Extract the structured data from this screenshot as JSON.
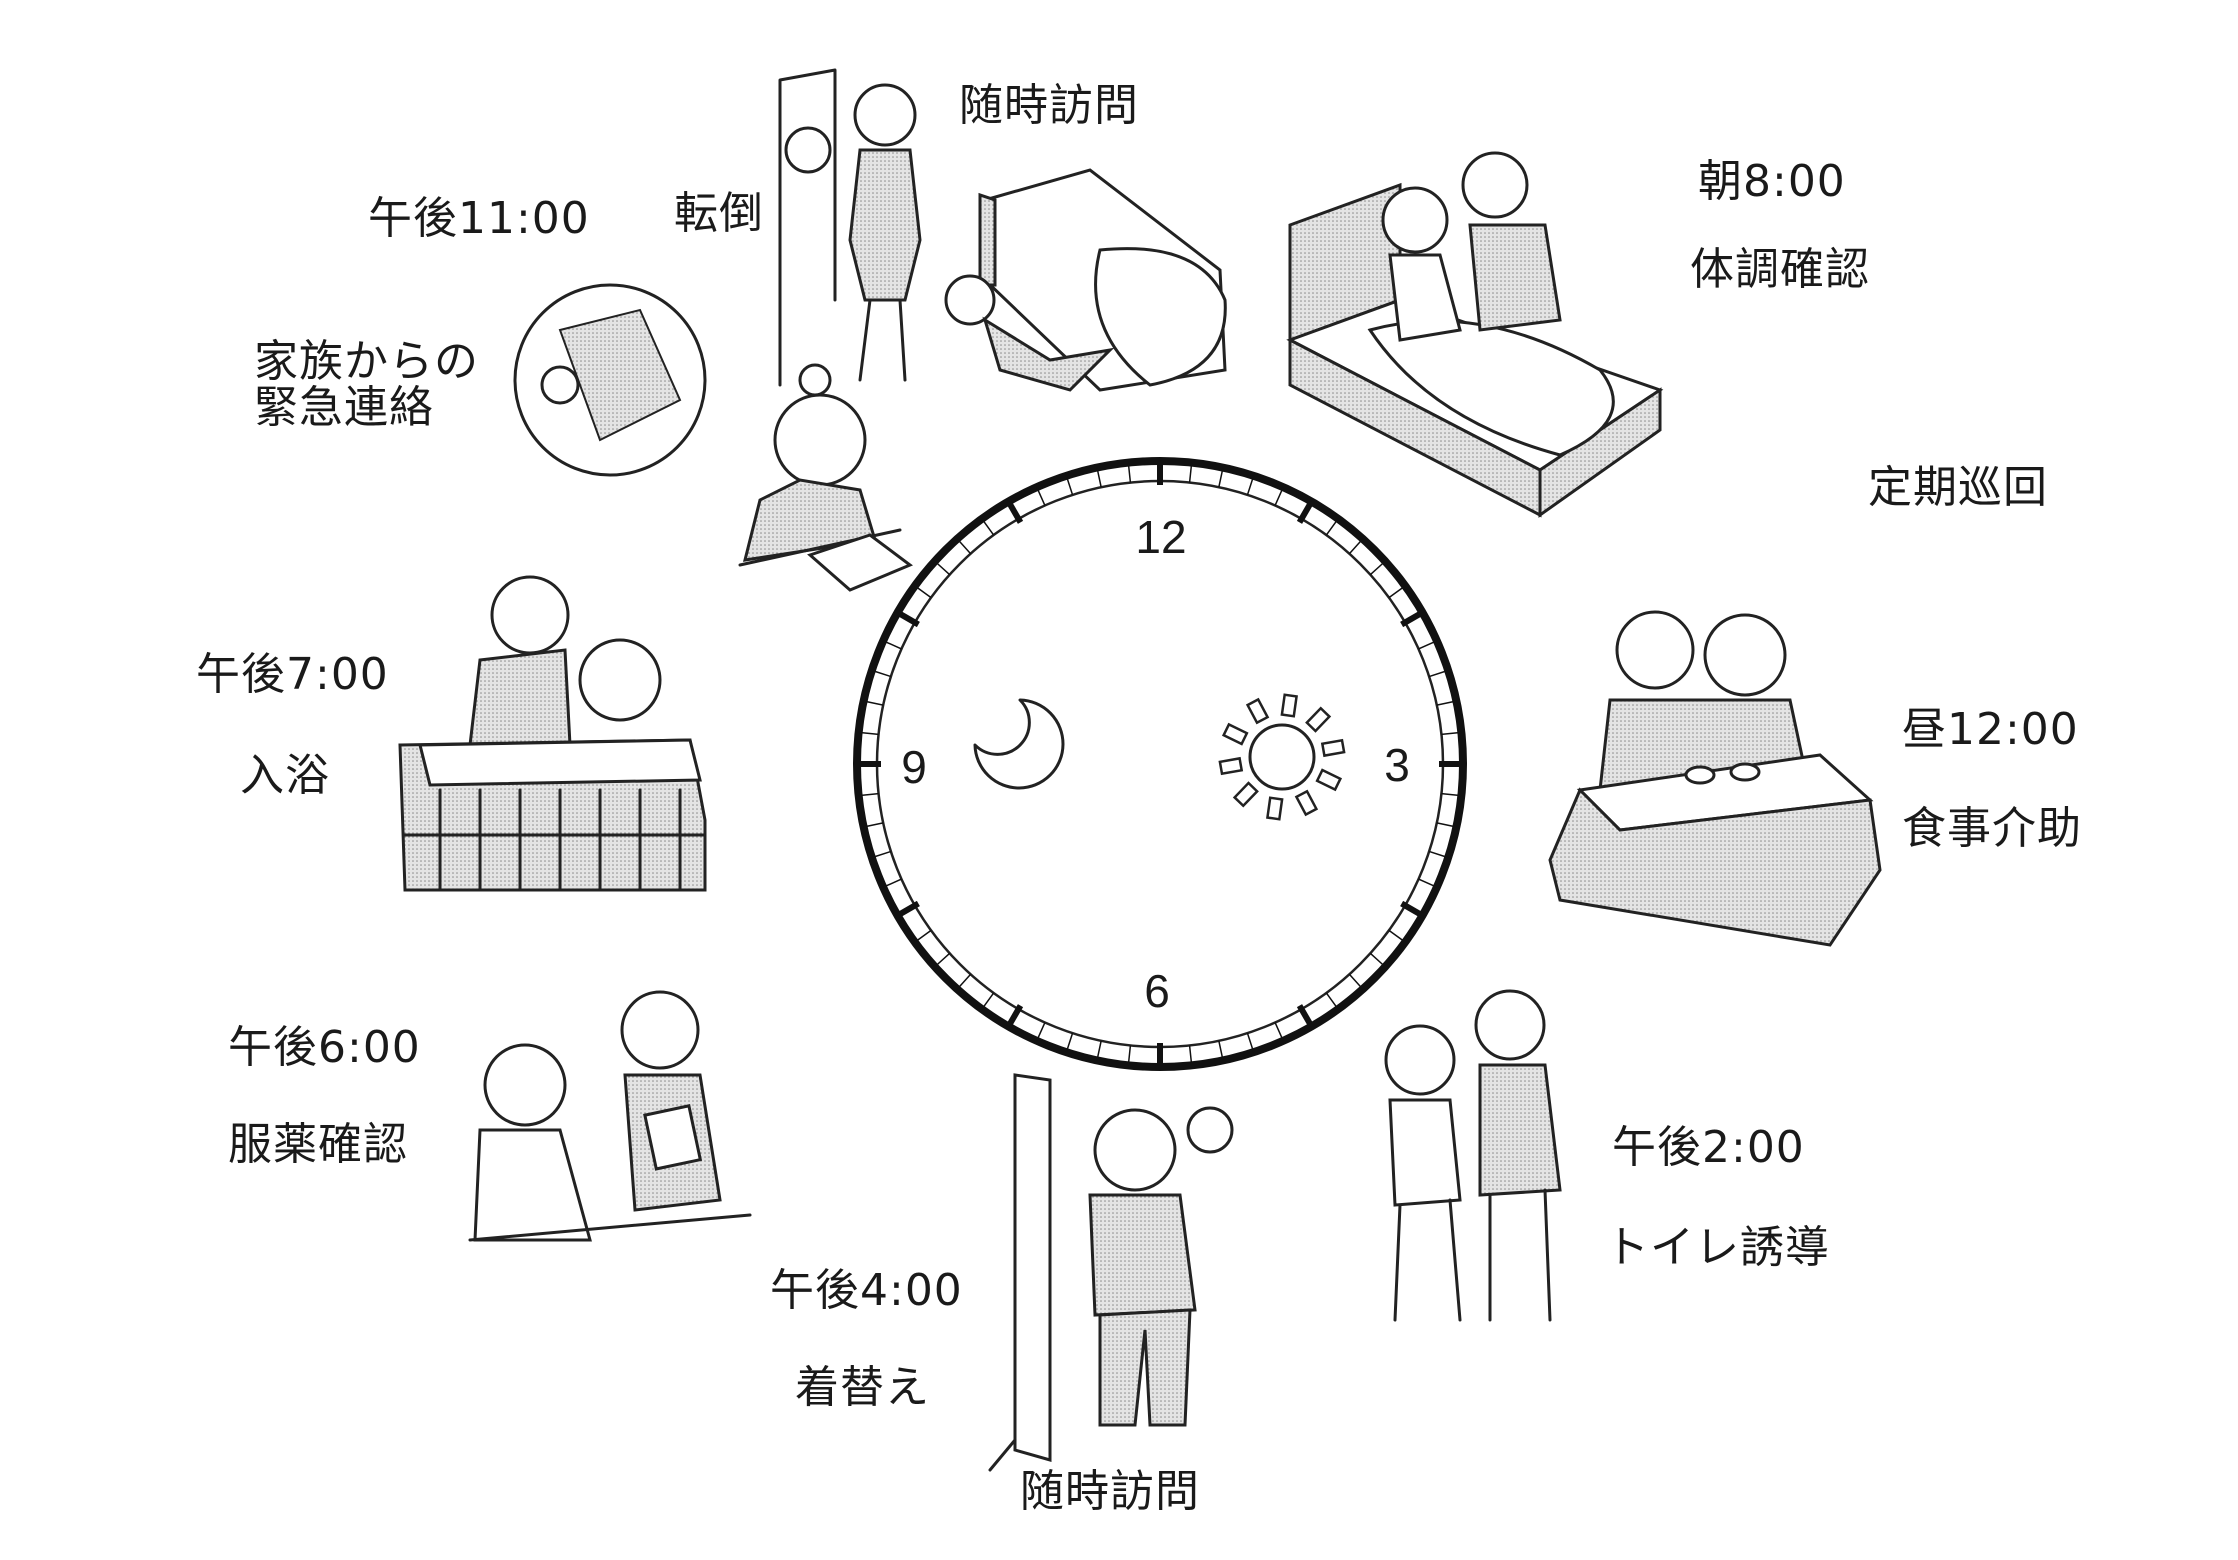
{
  "clock": {
    "numbers": {
      "twelve": "12",
      "three": "3",
      "six": "6",
      "nine": "9"
    },
    "day_icon": "sun-icon",
    "night_icon": "moon-icon"
  },
  "labels": {
    "visit_top": "随時訪問",
    "fall": "転倒",
    "pm11_time": "午後11:00",
    "family_call_line1": "家族からの",
    "family_call_line2": "緊急連絡",
    "am8_time": "朝8:00",
    "am8_task": "体調確認",
    "regular_round": "定期巡回",
    "noon_time": "昼12:00",
    "noon_task": "食事介助",
    "pm2_time": "午後2:00",
    "pm2_task": "トイレ誘導",
    "pm4_time": "午後4:00",
    "pm4_task": "着替え",
    "visit_bottom": "随時訪問",
    "pm6_time": "午後6:00",
    "pm6_task": "服薬確認",
    "pm7_time": "午後7:00",
    "pm7_task": "入浴"
  }
}
